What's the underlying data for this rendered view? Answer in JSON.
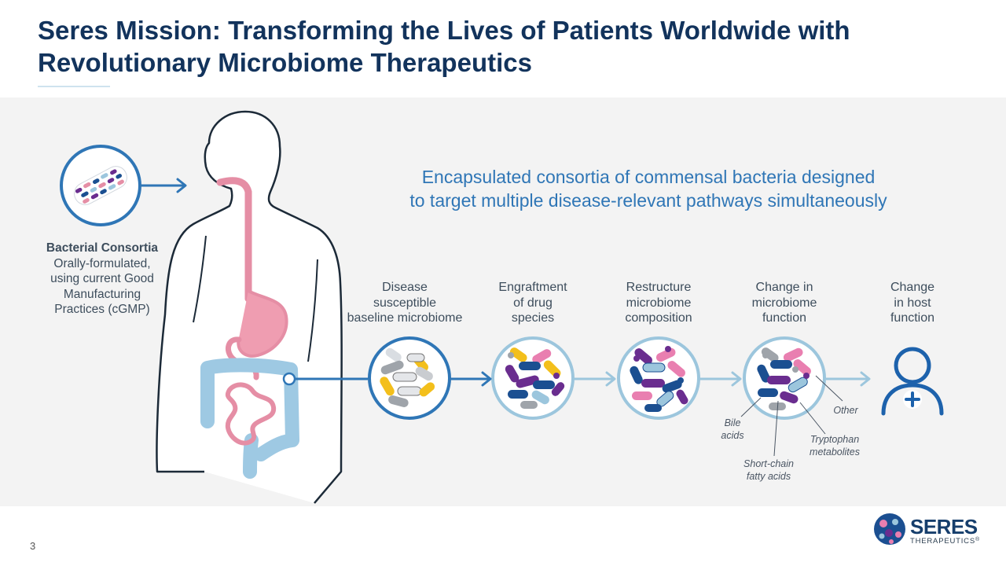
{
  "title": "Seres Mission: Transforming the Lives of Patients Worldwide with Revolutionary Microbiome Therapeutics",
  "headline_line1": "Encapsulated consortia of commensal bacteria designed",
  "headline_line2": "to target multiple disease-relevant pathways simultaneously",
  "consortia": {
    "heading": "Bacterial Consortia",
    "line1": "Orally-formulated,",
    "line2": "using current Good",
    "line3": "Manufacturing",
    "line4": "Practices (cGMP)"
  },
  "stages": [
    {
      "l1": "Disease",
      "l2": "susceptible",
      "l3": "baseline microbiome"
    },
    {
      "l1": "Engraftment",
      "l2": "of drug",
      "l3": "species"
    },
    {
      "l1": "Restructure",
      "l2": "microbiome",
      "l3": "composition"
    },
    {
      "l1": "Change in",
      "l2": "microbiome",
      "l3": "function"
    },
    {
      "l1": "Change",
      "l2": "in host",
      "l3": "function"
    }
  ],
  "annotations": {
    "bile_l1": "Bile",
    "bile_l2": "acids",
    "scfa_l1": "Short-chain",
    "scfa_l2": "fatty acids",
    "trp_l1": "Tryptophan",
    "trp_l2": "metabolites",
    "other": "Other"
  },
  "page_number": "3",
  "logo": {
    "word": "SERES",
    "sub": "THERAPEUTICS",
    "tm": "®"
  },
  "icons": [
    "capsule-icon",
    "arrow-icon",
    "human-silhouette-icon",
    "microbiome-circle-icon",
    "host-person-icon"
  ],
  "colors": {
    "title": "#12335c",
    "accent": "#2f76b6",
    "arrow_light": "#9cc6dd",
    "pink": "#e58ea5",
    "intestine": "#9ec9e3",
    "panel": "#f3f3f3"
  }
}
